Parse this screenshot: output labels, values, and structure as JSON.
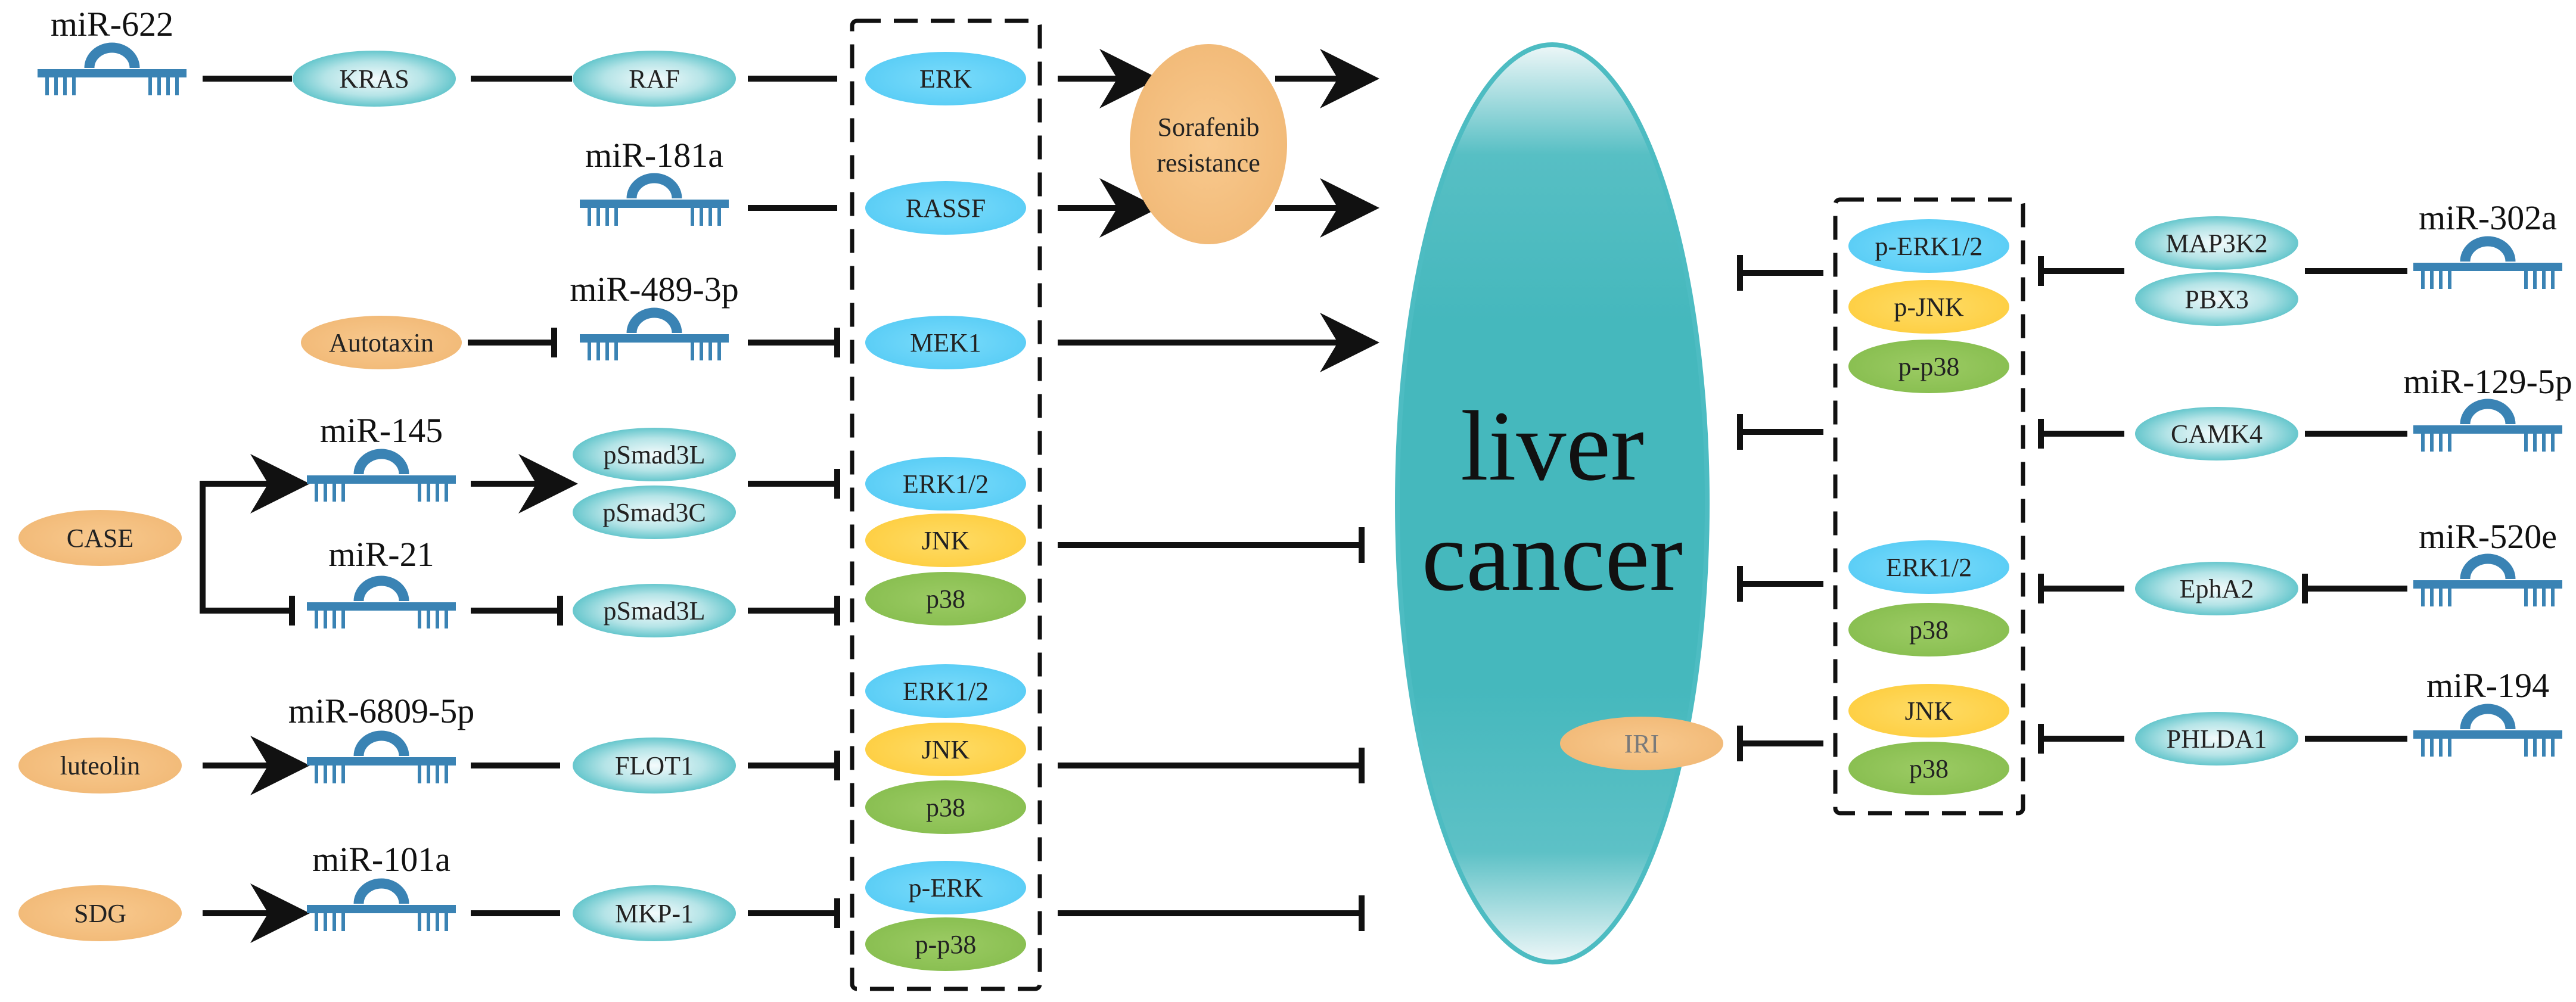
{
  "colors": {
    "teal_node": "#5bc3c9",
    "orange_node": "#f3bd7b",
    "blue_node": "#5fcff7",
    "yellow_node": "#fdd046",
    "green_node": "#8dc155",
    "mirna_icon": "#3a83b4",
    "liver_cancer": "#45b8bd",
    "line": "#111111"
  },
  "icons": {
    "mirna": "mirna-hairpin-icon"
  },
  "center": {
    "line1": "liver",
    "line2": "cancer"
  },
  "left": {
    "mirnas": {
      "mir622": "miR-622",
      "mir181a": "miR-181a",
      "mir4893p": "miR-489-3p",
      "mir145": "miR-145",
      "mir21": "miR-21",
      "mir68095p": "miR-6809-5p",
      "mir101a": "miR-101a"
    },
    "regulators": {
      "autotaxin": "Autotaxin",
      "case": "CASE",
      "luteolin": "luteolin",
      "sdg": "SDG"
    },
    "nodes": {
      "kras": "KRAS",
      "raf": "RAF",
      "psmad3l_a": "pSmad3L",
      "psmad3c": "pSmad3C",
      "psmad3l_b": "pSmad3L",
      "flot1": "FLOT1",
      "mkp1": "MKP-1"
    },
    "mapk": {
      "erk": "ERK",
      "rassf": "RASSF",
      "mek1": "MEK1",
      "erk12_a": "ERK1/2",
      "jnk_a": "JNK",
      "p38_a": "p38",
      "erk12_b": "ERK1/2",
      "jnk_b": "JNK",
      "p38_b": "p38",
      "perk": "p-ERK",
      "pp38": "p-p38"
    },
    "outcome": {
      "line1": "Sorafenib",
      "line2": "resistance"
    }
  },
  "right": {
    "mirnas": {
      "mir302a": "miR-302a",
      "mir1295p": "miR-129-5p",
      "mir520e": "miR-520e",
      "mir194": "miR-194"
    },
    "targets": {
      "map3k2": "MAP3K2",
      "pbx3": "PBX3",
      "camk4": "CAMK4",
      "epha2": "EphA2",
      "phlda1": "PHLDA1"
    },
    "mapk": {
      "perk12": "p-ERK1/2",
      "pjnk": "p-JNK",
      "pp38": "p-p38",
      "erk12": "ERK1/2",
      "p38_a": "p38",
      "jnk": "JNK",
      "p38_b": "p38"
    },
    "outcome": {
      "iri": "IRI"
    }
  }
}
